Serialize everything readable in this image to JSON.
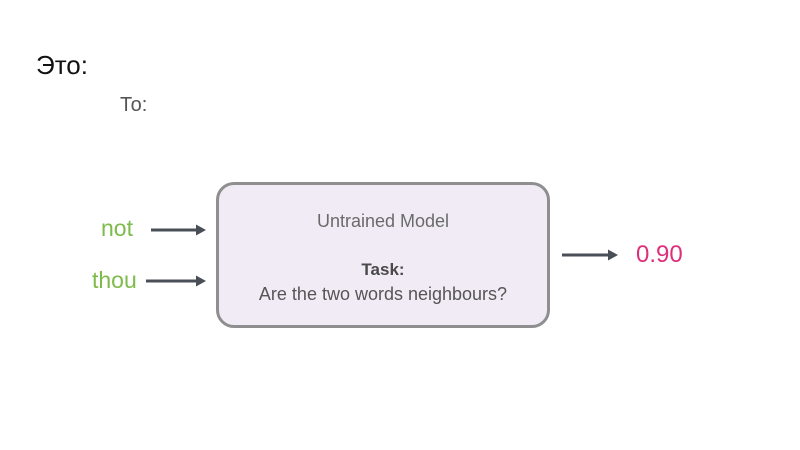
{
  "headings": {
    "line1": "Это:",
    "line2": "То:"
  },
  "diagram": {
    "inputs": [
      "not",
      "thou"
    ],
    "model_title": "Untrained Model",
    "task_label": "Task:",
    "task_question": "Are the two words neighbours?",
    "output_value": "0.90",
    "colors": {
      "input_text": "#7dbb4a",
      "output_text": "#de2f7b",
      "box_fill": "#f1ebf6",
      "box_border": "#8f8f8f",
      "arrow": "#4a4f57"
    }
  }
}
